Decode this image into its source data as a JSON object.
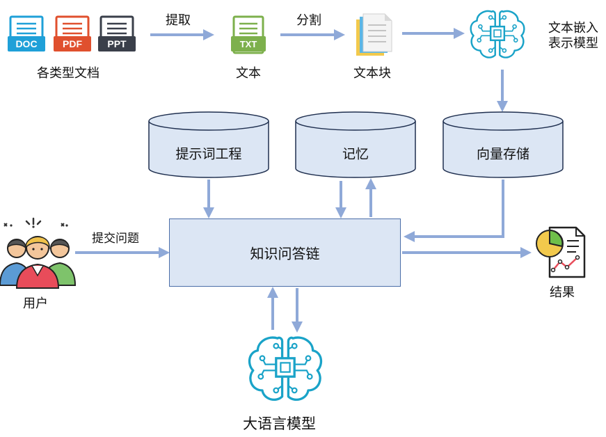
{
  "inputs": {
    "doc_icons": [
      "DOC",
      "PDF",
      "PPT"
    ],
    "caption": "各类型文档"
  },
  "steps": {
    "extract": "提取",
    "split": "分割",
    "text_icon": "TXT",
    "text_caption": "文本",
    "chunk_caption": "文本块",
    "embed_caption_line1": "文本嵌入",
    "embed_caption_line2": "表示模型"
  },
  "stores": {
    "prompt": "提示词工程",
    "memory": "记忆",
    "vector": "向量存储"
  },
  "core": {
    "chain": "知识问答链",
    "submit_label": "提交问题",
    "user_caption": "用户",
    "result_caption": "结果",
    "llm_caption": "大语言模型"
  },
  "colors": {
    "arrow": "#8fa9d8",
    "cylinder_fill": "#dce6f4",
    "cylinder_stroke": "#1f2f4f",
    "box_fill": "#dce6f4",
    "box_stroke": "#4a6da8",
    "doc": "#1fa0d8",
    "pdf": "#e0502e",
    "ppt": "#3a3f4a",
    "txt": "#7db04c",
    "brain": "#1aa3c8"
  }
}
